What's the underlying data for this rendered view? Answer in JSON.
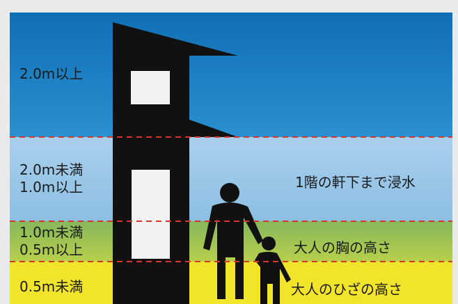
{
  "levels": [
    {
      "label_lines": [
        "2.0m以上"
      ],
      "color": "#1a7fc1"
    },
    {
      "label_lines": [
        "2.0m未満",
        "1.0m以上"
      ],
      "description": "1階の軒下まで浸水",
      "color": "#8fbee0"
    },
    {
      "label_lines": [
        "1.0m未満",
        "0.5m以上"
      ],
      "description": "大人の胸の高さ",
      "color": "#9bc45a"
    },
    {
      "label_lines": [
        "0.5m未満"
      ],
      "description": "大人のひざの高さ",
      "color": "#f2e32b"
    }
  ],
  "colors": {
    "divider": "#d9352b",
    "silhouette": "#111111",
    "window": "#f2f2f2",
    "page_background": "#e9eaec"
  },
  "icons": [
    "house-silhouette-icon",
    "adult-silhouette-icon",
    "child-silhouette-icon"
  ]
}
